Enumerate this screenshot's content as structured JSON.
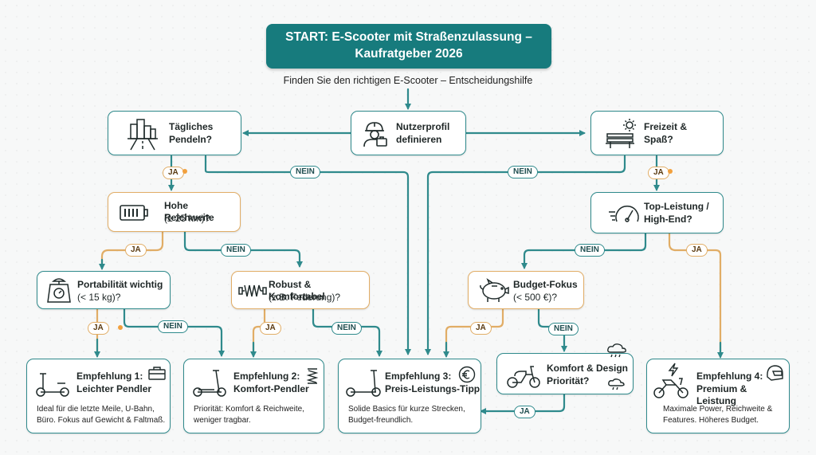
{
  "title": {
    "line1": "START: E-Scooter mit Straßenzulassung –",
    "line2": "Kaufratgeber 2026"
  },
  "subtitle": "Finden Sie den richtigen E-Scooter – Entscheidungshilfe",
  "nodes": {
    "nutzerprofil": {
      "line1": "Nutzerprofil",
      "line2": "definieren"
    },
    "pendeln": {
      "line1": "Tägliches",
      "line2": "Pendeln?"
    },
    "freizeit": {
      "line1": "Freizeit &",
      "line2": "Spaß?"
    },
    "reichweite": {
      "line1": "Hohe Reichweite",
      "line2": "(≥ 25 km)?"
    },
    "topleistung": {
      "line1": "Top-Leistung /",
      "line2": "High-End?"
    },
    "portabilitaet": {
      "line1": "Portabilität wichtig",
      "line2": "(< 15 kg)?"
    },
    "robust": {
      "line1": "Robust & Komfortabel",
      "line2": "(z.B. Federung)?"
    },
    "budget": {
      "line1": "Budget-Fokus",
      "line2": "(< 500 €)?"
    },
    "komfortdesign": {
      "line1": "Komfort & Design",
      "line2": "Priorität?"
    },
    "emp1": {
      "line1": "Empfehlung 1:",
      "line2": "Leichter Pendler",
      "desc1": "Ideal für die letzte Meile, U-Bahn,",
      "desc2": "Büro. Fokus auf Gewicht & Faltmaß."
    },
    "emp2": {
      "line1": "Empfehlung 2:",
      "line2": "Komfort-Pendler",
      "desc1": "Priorität: Komfort & Reichweite,",
      "desc2": "weniger tragbar."
    },
    "emp3": {
      "line1": "Empfehlung 3:",
      "line2": "Preis-Leistungs-Tipp",
      "desc1": "Solide Basics für kurze Strecken,",
      "desc2": "Budget-freundlich."
    },
    "emp4": {
      "line1": "Empfehlung 4:",
      "line2": "Premium & Leistung",
      "desc1": "Maximale Power, Reichweite &",
      "desc2": "Features. Höheres Budget."
    }
  },
  "labels": {
    "ja": "JA",
    "nein": "NEIN"
  },
  "colors": {
    "teal": "#177b7d",
    "line": "#2f8a8c",
    "amber": "#e1ad66",
    "dot": "#f2a03d"
  },
  "icons": [
    "city-road-icon",
    "worker-helmet-icon",
    "bench-sun-icon",
    "battery-icon",
    "speedometer-icon",
    "scale-icon",
    "spring-icon",
    "piggy-bank-icon",
    "cloud-icon",
    "scooter-icon",
    "briefcase-icon",
    "euro-icon",
    "helmet-icon",
    "motorbike-icon",
    "moped-icon",
    "lightning-icon"
  ]
}
